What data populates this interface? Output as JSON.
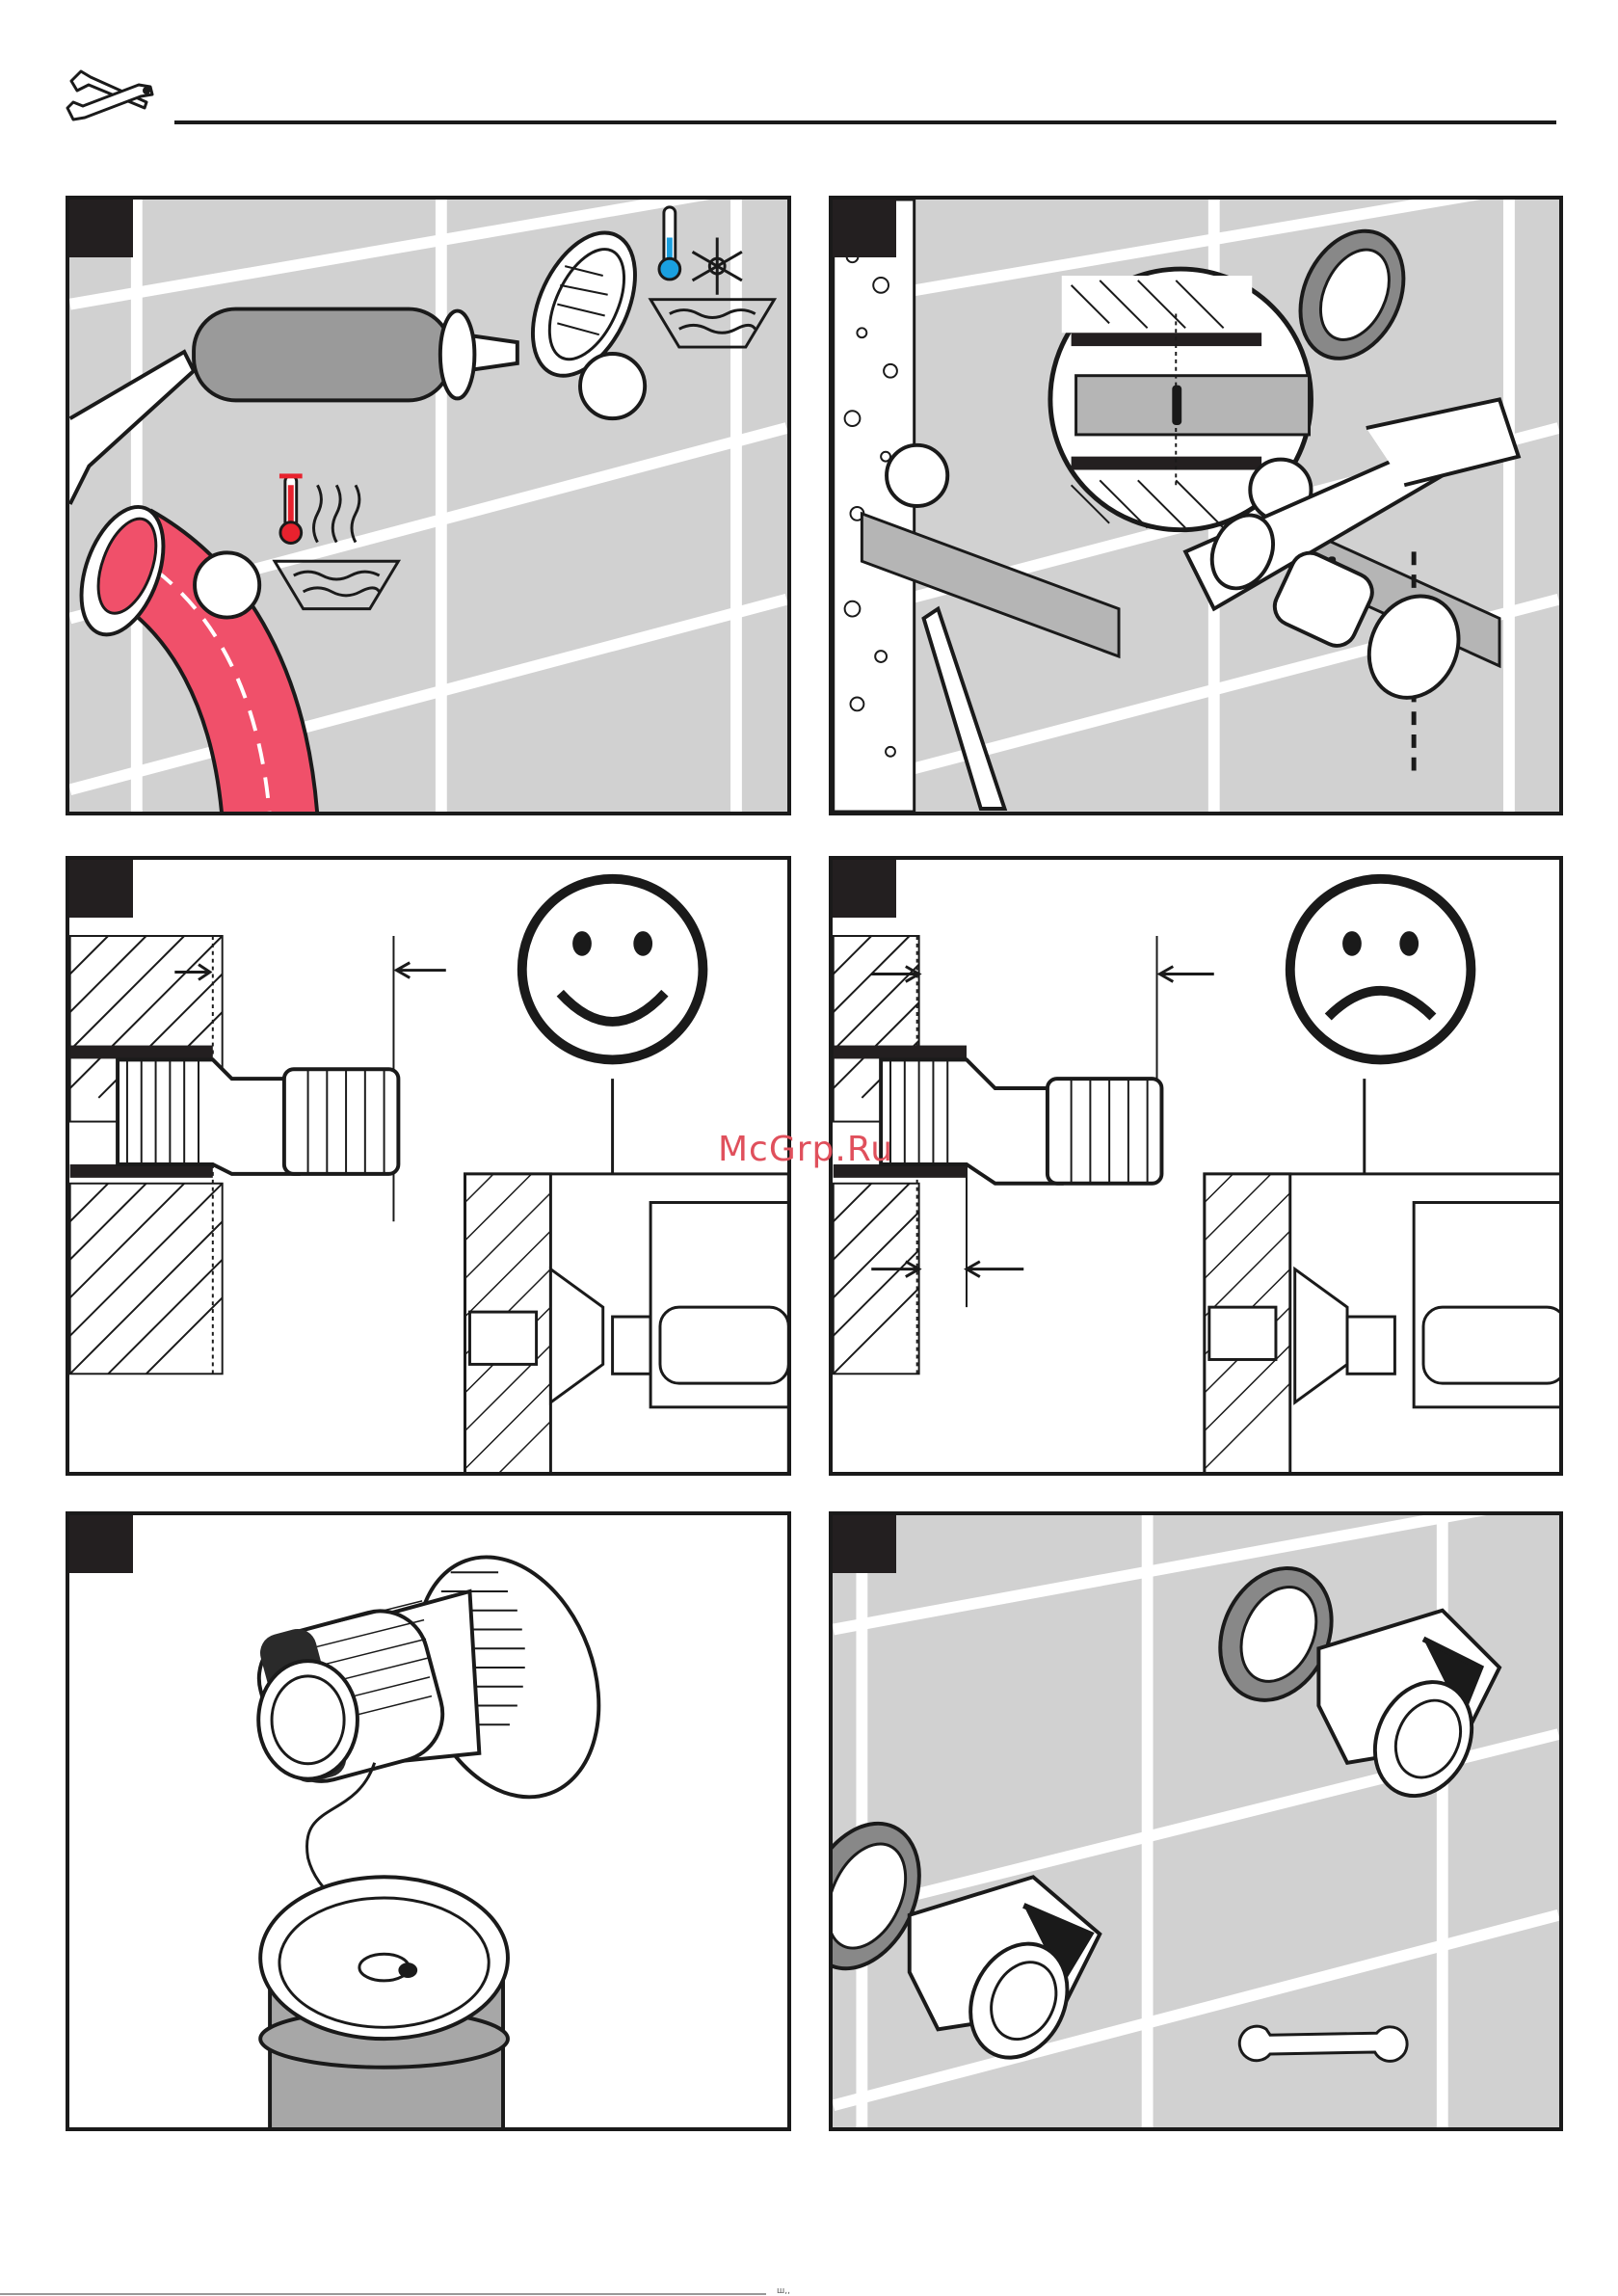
{
  "header": {
    "icon": "tools-icon"
  },
  "panels": [
    {
      "id": "panel-1",
      "theme": "cleaning-and-temperature"
    },
    {
      "id": "panel-2",
      "theme": "cutting-pipe"
    },
    {
      "id": "panel-3",
      "theme": "correct-fit"
    },
    {
      "id": "panel-4",
      "theme": "incorrect-fit"
    },
    {
      "id": "panel-5",
      "theme": "sealing-thread"
    },
    {
      "id": "panel-6",
      "theme": "mounting-connectors"
    }
  ],
  "watermark": {
    "text": "McGrp.Ru"
  },
  "footer": {
    "mark": "ш,,"
  },
  "colors": {
    "tile_background": "#d1d1d1",
    "grout": "#ffffff",
    "hose": "#f0506a",
    "cold_blue": "#1aa0e0",
    "hot_red": "#e8222e",
    "outline": "#1a1a1a",
    "pipe_grey": "#9a9a9a"
  }
}
